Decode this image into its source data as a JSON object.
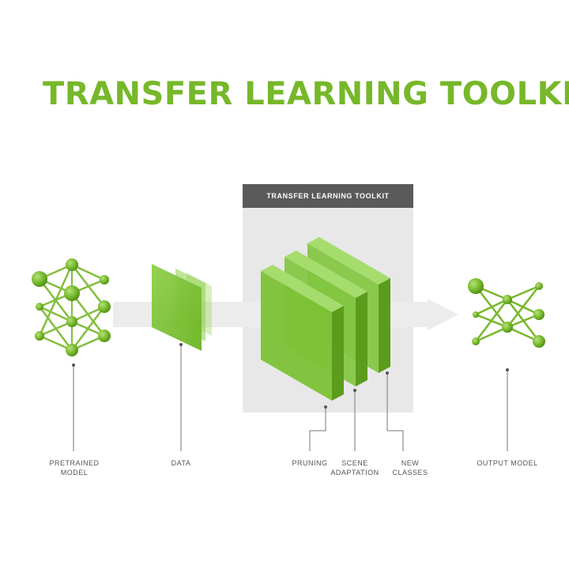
{
  "title": "TRANSFER LEARNING TOOLKIT",
  "panel": {
    "header": "TRANSFER LEARNING TOOLKIT"
  },
  "labels": {
    "pretrained_line1": "PRETRAINED",
    "pretrained_line2": "MODEL",
    "data": "DATA",
    "pruning": "PRUNING",
    "scene_line1": "SCENE",
    "scene_line2": "ADAPTATION",
    "new_line1": "NEW",
    "new_line2": "CLASSES",
    "output": "OUTPUT MODEL"
  },
  "colors": {
    "accent": "#76b82a",
    "panel_header": "#5a5a5a",
    "panel_body": "#e8e8e8",
    "arrow": "#ececec",
    "label": "#555555"
  }
}
